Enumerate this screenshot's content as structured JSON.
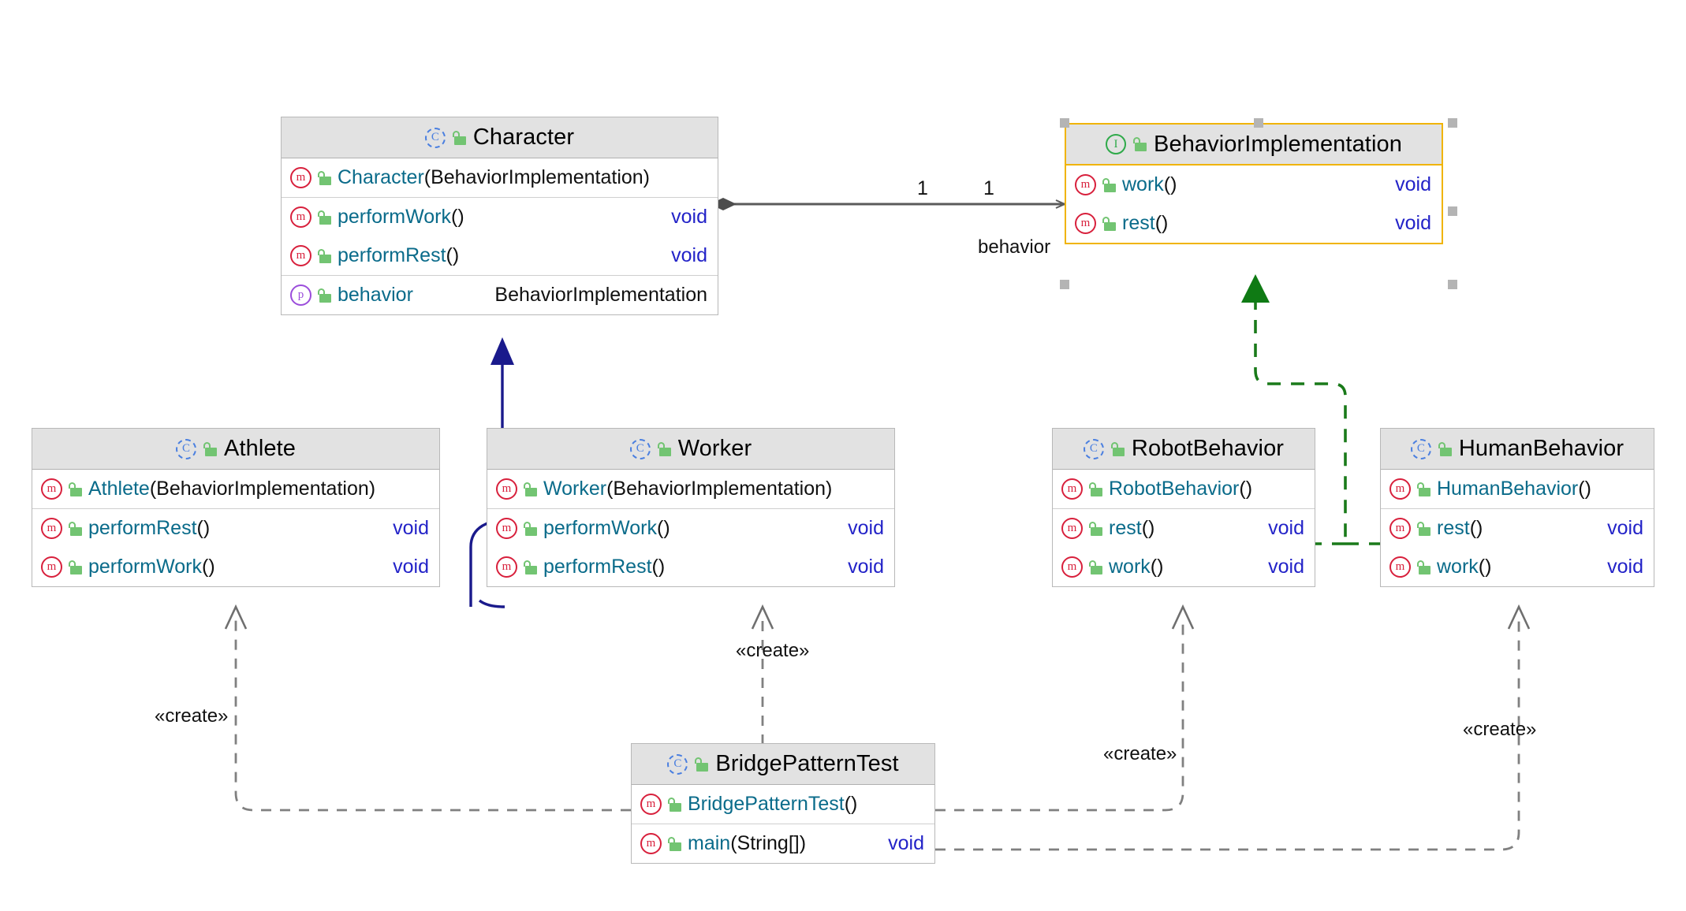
{
  "diagram": {
    "kind": "uml-class-diagram",
    "title": "Bridge Pattern class diagram",
    "colors": {
      "header_fill": "#e2e2e2",
      "box_border": "#b8b8b8",
      "selection_border": "#f0b400",
      "selection_handle": "#b4b4b4",
      "method_name": "#0a6b8a",
      "return_type": "#2323c8",
      "attribute_name": "#9c1fa0",
      "class_icon": "#4a7fe0",
      "interface_icon": "#2faa4a",
      "method_icon": "#d8203c",
      "property_icon": "#9b4ddb",
      "lock_icon": "#72c472",
      "inheritance_edge": "#1a1a8c",
      "realization_edge": "#1a7a1a",
      "association_edge": "#5a5a5a",
      "dependency_edge": "#808080"
    }
  },
  "classes": {
    "character": {
      "name": "Character",
      "icon": "class-icon",
      "visibility_icon": "unlocked-padlock-icon",
      "sections": [
        {
          "rows": [
            {
              "icon": "method-icon",
              "name": "Character",
              "args": "(BehaviorImplementation)",
              "type": ""
            }
          ]
        },
        {
          "rows": [
            {
              "icon": "method-icon",
              "name": "performWork",
              "args": "()",
              "type": "void"
            },
            {
              "icon": "method-icon",
              "name": "performRest",
              "args": "()",
              "type": "void"
            }
          ]
        },
        {
          "rows": [
            {
              "icon": "property-icon",
              "name": "behavior",
              "args": "",
              "type": "BehaviorImplementation",
              "kind": "attribute"
            }
          ]
        }
      ]
    },
    "behaviorimplementation": {
      "name": "BehaviorImplementation",
      "icon": "interface-icon",
      "visibility_icon": "unlocked-padlock-icon",
      "selected": true,
      "sections": [
        {
          "rows": [
            {
              "icon": "method-icon",
              "name": "work",
              "args": "()",
              "type": "void"
            },
            {
              "icon": "method-icon",
              "name": "rest",
              "args": "()",
              "type": "void"
            }
          ]
        }
      ]
    },
    "athlete": {
      "name": "Athlete",
      "icon": "class-icon",
      "visibility_icon": "unlocked-padlock-icon",
      "sections": [
        {
          "rows": [
            {
              "icon": "method-icon",
              "name": "Athlete",
              "args": "(BehaviorImplementation)",
              "type": ""
            }
          ]
        },
        {
          "rows": [
            {
              "icon": "method-icon",
              "name": "performRest",
              "args": "()",
              "type": "void"
            },
            {
              "icon": "method-icon",
              "name": "performWork",
              "args": "()",
              "type": "void"
            }
          ]
        }
      ]
    },
    "worker": {
      "name": "Worker",
      "icon": "class-icon",
      "visibility_icon": "unlocked-padlock-icon",
      "sections": [
        {
          "rows": [
            {
              "icon": "method-icon",
              "name": "Worker",
              "args": "(BehaviorImplementation)",
              "type": ""
            }
          ]
        },
        {
          "rows": [
            {
              "icon": "method-icon",
              "name": "performWork",
              "args": "()",
              "type": "void"
            },
            {
              "icon": "method-icon",
              "name": "performRest",
              "args": "()",
              "type": "void"
            }
          ]
        }
      ]
    },
    "robotbehavior": {
      "name": "RobotBehavior",
      "icon": "class-icon",
      "visibility_icon": "unlocked-padlock-icon",
      "sections": [
        {
          "rows": [
            {
              "icon": "method-icon",
              "name": "RobotBehavior",
              "args": "()",
              "type": ""
            }
          ]
        },
        {
          "rows": [
            {
              "icon": "method-icon",
              "name": "rest",
              "args": "()",
              "type": "void"
            },
            {
              "icon": "method-icon",
              "name": "work",
              "args": "()",
              "type": "void"
            }
          ]
        }
      ]
    },
    "humanbehavior": {
      "name": "HumanBehavior",
      "icon": "class-icon",
      "visibility_icon": "unlocked-padlock-icon",
      "sections": [
        {
          "rows": [
            {
              "icon": "method-icon",
              "name": "HumanBehavior",
              "args": "()",
              "type": ""
            }
          ]
        },
        {
          "rows": [
            {
              "icon": "method-icon",
              "name": "rest",
              "args": "()",
              "type": "void"
            },
            {
              "icon": "method-icon",
              "name": "work",
              "args": "()",
              "type": "void"
            }
          ]
        }
      ]
    },
    "bridgepatterntest": {
      "name": "BridgePatternTest",
      "icon": "class-icon",
      "visibility_icon": "unlocked-padlock-icon",
      "sections": [
        {
          "rows": [
            {
              "icon": "method-icon",
              "name": "BridgePatternTest",
              "args": "()",
              "type": ""
            }
          ]
        },
        {
          "rows": [
            {
              "icon": "method-icon",
              "name": "main",
              "args": "(String[])",
              "type": "void"
            }
          ]
        }
      ]
    }
  },
  "edges": {
    "association": {
      "from": "Character",
      "to": "BehaviorImplementation",
      "source_multiplicity": "1",
      "target_multiplicity": "1",
      "role_label": "behavior",
      "style": "composition-arrow"
    },
    "inheritance": [
      {
        "from": "Athlete",
        "to": "Character"
      },
      {
        "from": "Worker",
        "to": "Character"
      }
    ],
    "realization": [
      {
        "from": "RobotBehavior",
        "to": "BehaviorImplementation"
      },
      {
        "from": "HumanBehavior",
        "to": "BehaviorImplementation"
      }
    ],
    "dependencies": [
      {
        "from": "BridgePatternTest",
        "to": "Athlete",
        "stereotype": "«create»"
      },
      {
        "from": "BridgePatternTest",
        "to": "Worker",
        "stereotype": "«create»"
      },
      {
        "from": "BridgePatternTest",
        "to": "RobotBehavior",
        "stereotype": "«create»"
      },
      {
        "from": "BridgePatternTest",
        "to": "HumanBehavior",
        "stereotype": "«create»"
      }
    ]
  },
  "labels": {
    "create_athlete": "«create»",
    "create_worker": "«create»",
    "create_robot": "«create»",
    "create_human": "«create»",
    "mult_source": "1",
    "mult_target": "1",
    "role_behavior": "behavior"
  },
  "icon_glyphs": {
    "class": "C",
    "interface": "I",
    "method": "m",
    "property": "p"
  }
}
